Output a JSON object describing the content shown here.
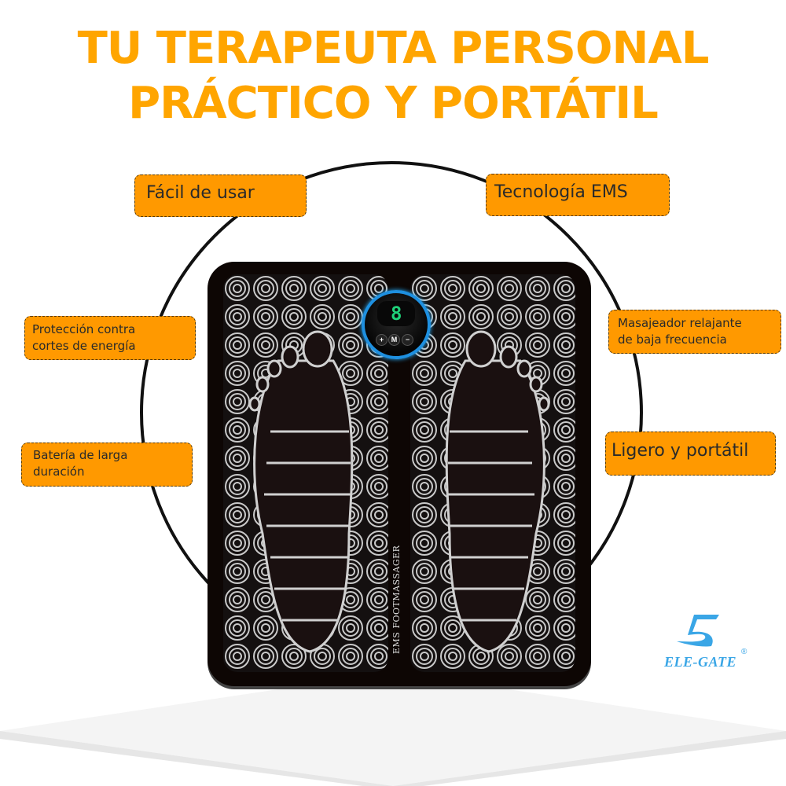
{
  "header": {
    "line1": "TU TERAPEUTA PERSONAL",
    "line2": "PRÁCTICO Y PORTÁTIL"
  },
  "features": [
    {
      "label": "Fácil de usar"
    },
    {
      "label": "Tecnología EMS"
    },
    {
      "label": "Protección contra cortes de energía",
      "line1": "Protección contra",
      "line2": "cortes de energía"
    },
    {
      "label": "Masajeador relajante de baja frecuencia",
      "line1": "Masajeador relajante",
      "line2": "de baja frecuencia"
    },
    {
      "label": "Batería de larga duración",
      "line1": "Batería de larga",
      "line2": "duración"
    },
    {
      "label": "Ligero y portátil"
    }
  ],
  "product": {
    "name": "EMS FOOTMASSAGER",
    "display_value": "8",
    "buttons": {
      "plus": "+",
      "mode": "M",
      "minus": "−"
    }
  },
  "brand": {
    "name": "ELE-GATE",
    "registered": "®"
  },
  "colors": {
    "title": "#FFA500",
    "callout_bg": "#FF9900",
    "callout_text": "#2a2a2a",
    "mat": "#0d0604",
    "display_digit": "#1fd27a",
    "controller_ring": "#1e90e0",
    "brand": "#3aa6e6"
  }
}
